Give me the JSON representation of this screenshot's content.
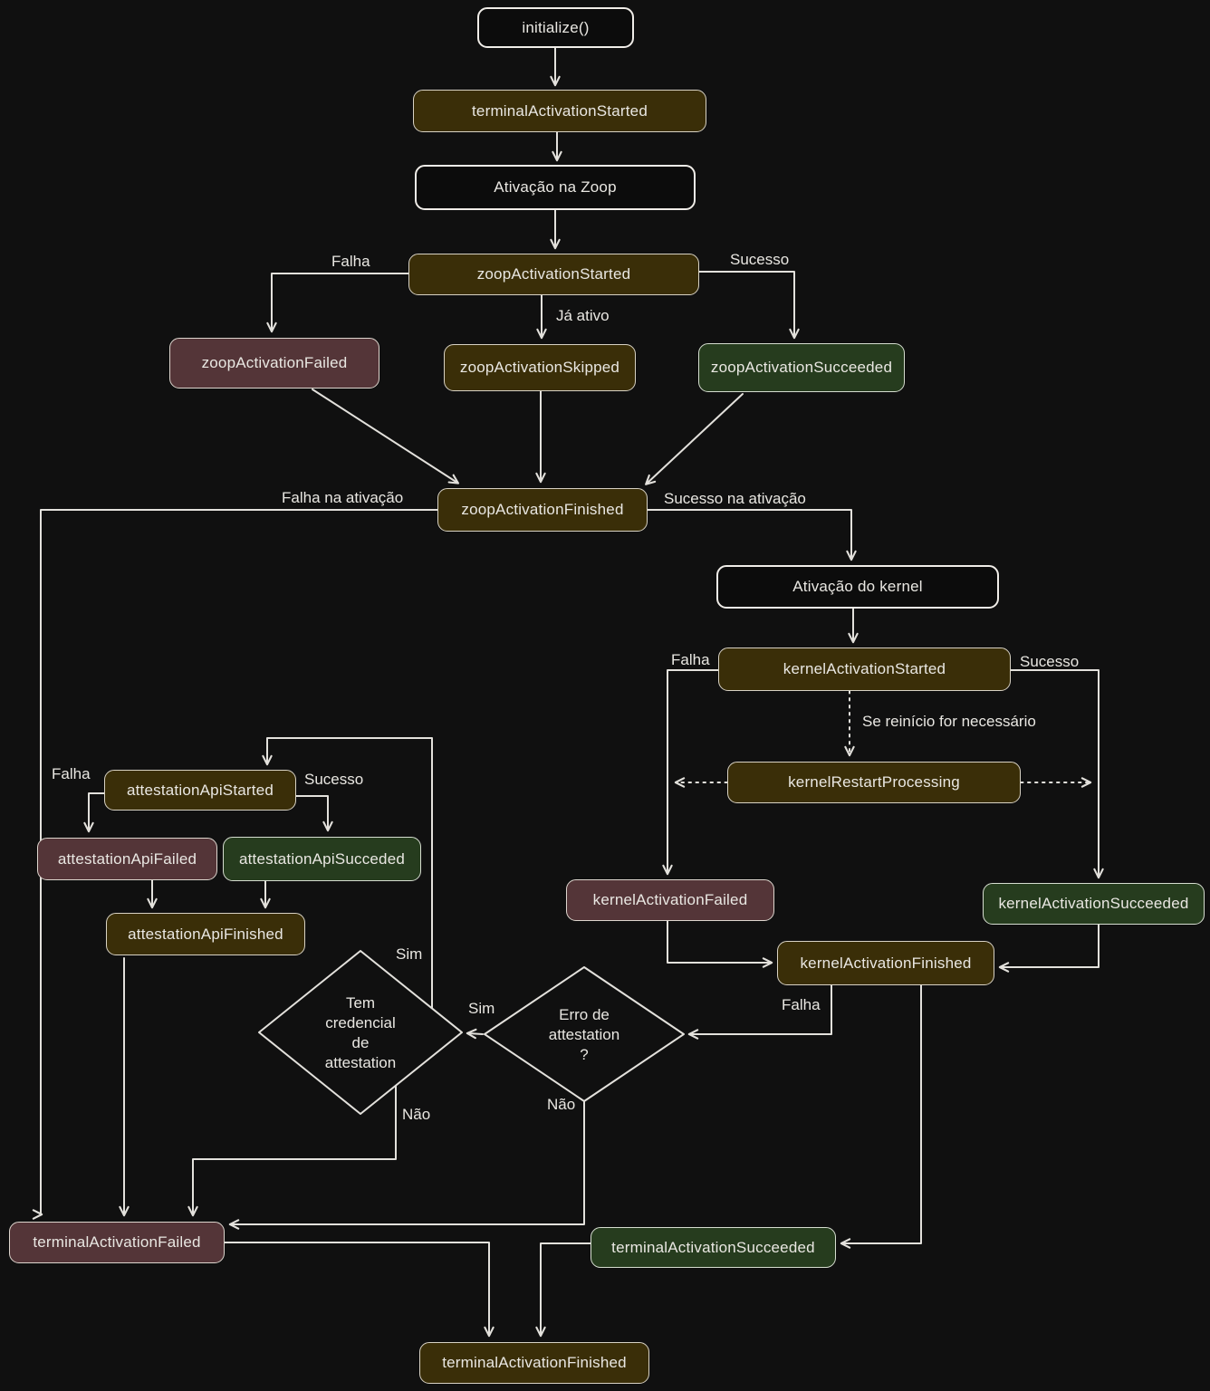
{
  "diagram": {
    "nodes": {
      "initialize": "initialize()",
      "terminal_activation_started": "terminalActivationStarted",
      "ativacao_na_zoop": "Ativação na Zoop",
      "zoop_activation_started": "zoopActivationStarted",
      "zoop_activation_failed": "zoopActivationFailed",
      "zoop_activation_skipped": "zoopActivationSkipped",
      "zoop_activation_succeeded": "zoopActivationSucceeded",
      "zoop_activation_finished": "zoopActivationFinished",
      "ativacao_do_kernel": "Ativação do kernel",
      "kernel_activation_started": "kernelActivationStarted",
      "kernel_restart_processing": "kernelRestartProcessing",
      "kernel_activation_failed": "kernelActivationFailed",
      "kernel_activation_succeeded": "kernelActivationSucceeded",
      "kernel_activation_finished": "kernelActivationFinished",
      "attestation_api_started": "attestationApiStarted",
      "attestation_api_failed": "attestationApiFailed",
      "attestation_api_succeded": "attestationApiSucceded",
      "attestation_api_finished": "attestationApiFinished",
      "decision_tem_credencial": "Tem\ncredencial\nde\nattestation",
      "decision_erro_attestation": "Erro de\nattestation\n?",
      "terminal_activation_failed": "terminalActivationFailed",
      "terminal_activation_succeeded": "terminalActivationSucceeded",
      "terminal_activation_finished": "terminalActivationFinished"
    },
    "edge_labels": {
      "zoop_falha": "Falha",
      "zoop_ja_ativo": "Já ativo",
      "zoop_sucesso": "Sucesso",
      "falha_na_ativacao": "Falha na ativação",
      "sucesso_na_ativacao": "Sucesso na ativação",
      "kernel_falha": "Falha",
      "kernel_sucesso": "Sucesso",
      "kernel_se_reinicio": "Se reinício for necessário",
      "attestation_falha": "Falha",
      "attestation_sucesso": "Sucesso",
      "tem_credencial_sim": "Sim",
      "tem_credencial_nao": "Não",
      "erro_attestation_sim": "Sim",
      "erro_attestation_nao": "Não",
      "kernel_finished_falha": "Falha"
    },
    "colors": {
      "background": "#101010",
      "event_fill": "#3a2e08",
      "fail_fill": "#543538",
      "success_fill": "#263c1e",
      "plain_fill": "#0c0c0c",
      "stroke": "#e3e1dc",
      "text": "#e9e7e2"
    }
  }
}
